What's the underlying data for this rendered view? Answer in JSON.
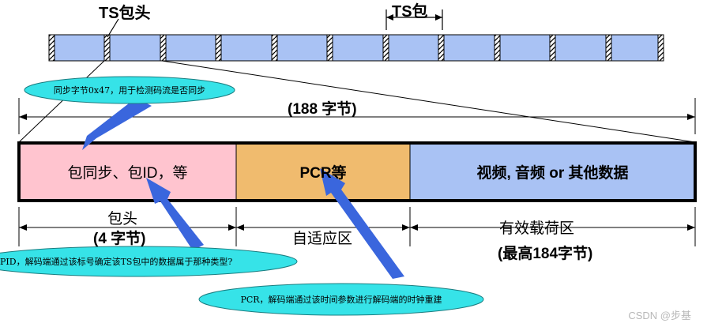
{
  "labels": {
    "ts_header": "TS包头",
    "ts_packet": "TS包",
    "total_bytes": "(188 字节)",
    "header_name": "包头",
    "header_bytes": "(4 字节)",
    "adaptation_name": "自适应区",
    "payload_name": "有效载荷区",
    "payload_bytes": "(最高184字节)"
  },
  "segments": {
    "header": "包同步、包ID，等",
    "adaptation": "PCR等",
    "payload": "视频, 音频 or 其他数据"
  },
  "callouts": {
    "sync": "同步字节0x47，用于检测码流是否同步",
    "pid": "PID，解码端通过该标号确定该TS包中的数据属于那种类型?",
    "pcr": "PCR，解码端通过该时间参数进行解码端的时钟重建"
  },
  "colors": {
    "header_fill": "#ffc4cf",
    "adaptation_fill": "#f0bb6e",
    "payload_fill": "#a9c2f4",
    "packet_fill": "#a9c2f4",
    "bubble_fill": "#36e3e8",
    "arrow_fill": "#3a66dd"
  },
  "watermark": "CSDN @步基"
}
